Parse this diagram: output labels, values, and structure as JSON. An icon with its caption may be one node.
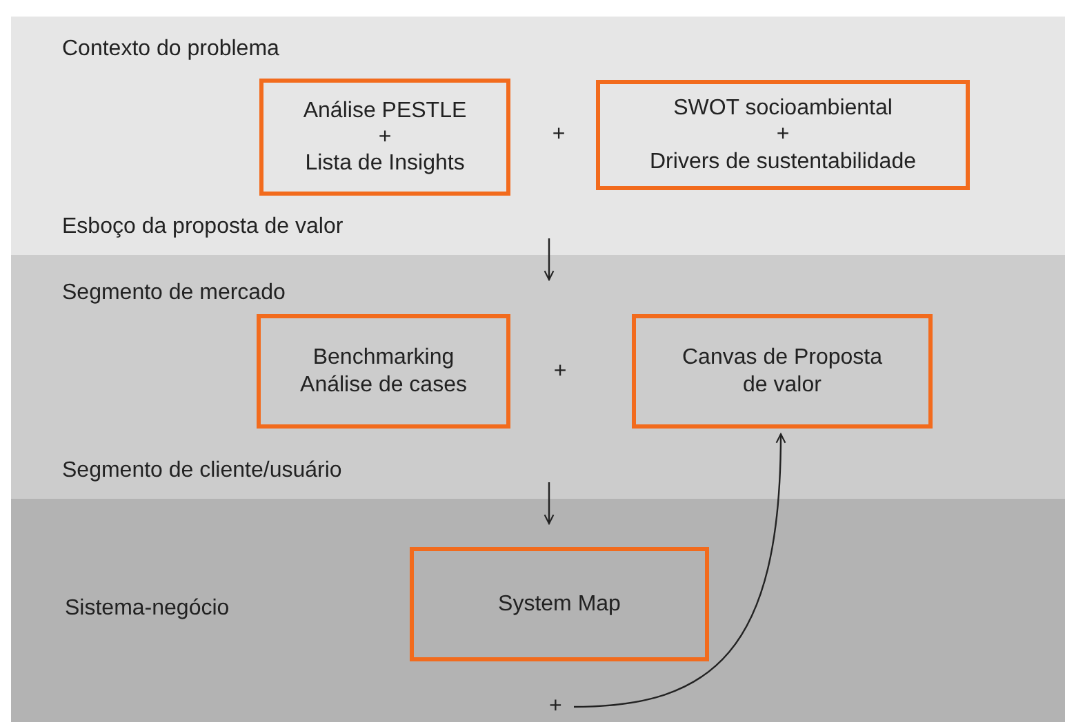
{
  "diagram": {
    "nodes": [
      {
        "text": [
          "Contexto do problema",
          "Esboço da proposta de valor"
        ]
      },
      {
        "text": [
          "Análise PESTLE",
          "+",
          "Lista de Insights"
        ],
        "in": 0
      },
      {
        "text": [
          "SWOT socioambiental",
          "+",
          "Drivers de sustentabilidade"
        ],
        "in": 0
      },
      {
        "text": [
          "Segmento de mercado",
          "Segmento de cliente/usuário"
        ]
      },
      {
        "text": [
          "Benchmarking",
          "Análise de cases"
        ],
        "in": 3
      },
      {
        "text": [
          "Canvas de Proposta de valor"
        ],
        "in": 3
      },
      {
        "text": [
          "Sistema-negócio"
        ]
      },
      {
        "text": [
          "System Map"
        ],
        "in": 6
      },
      {
        "text": [
          "+"
        ],
        "in": 6
      }
    ],
    "edges": [
      {
        "from": 0,
        "to": 3,
        "arrow": "to"
      },
      {
        "from": 3,
        "to": 6,
        "arrow": "to"
      },
      {
        "from": 8,
        "to": 5,
        "arrow": "to"
      }
    ],
    "labels": [
      "+",
      "+"
    ]
  }
}
